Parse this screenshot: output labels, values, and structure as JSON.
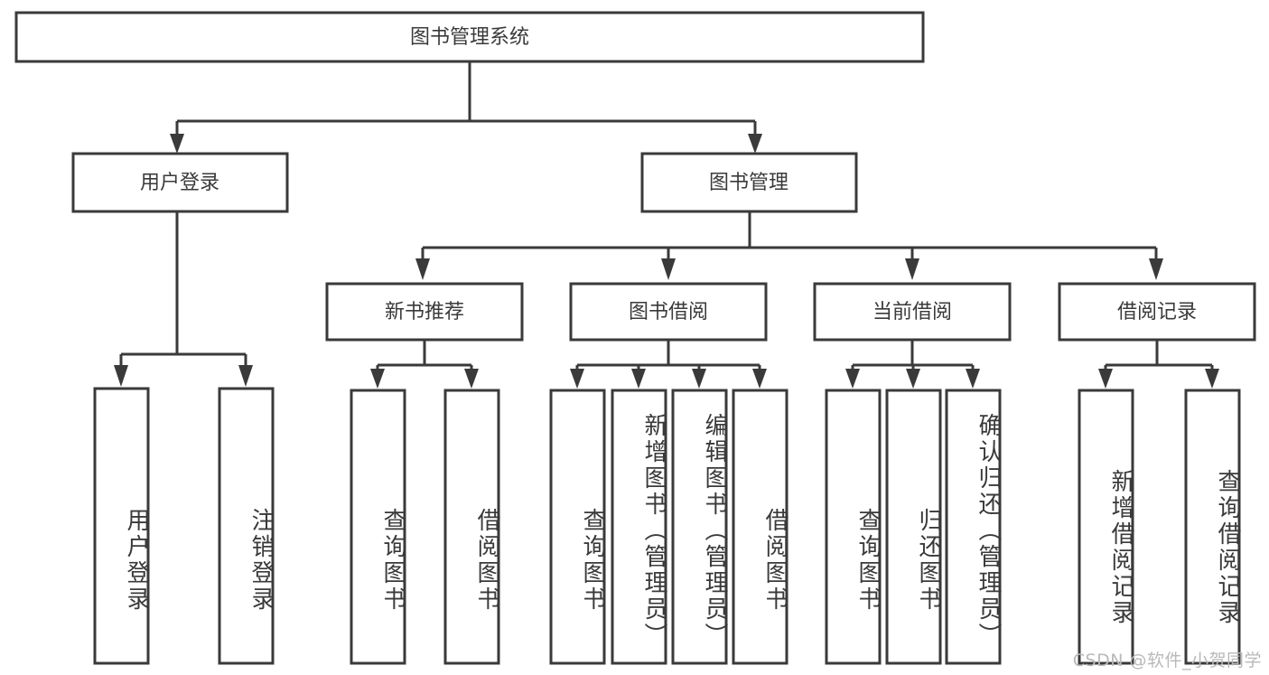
{
  "diagram": {
    "title": "图书管理系统",
    "type": "tree",
    "orientation": "top-down",
    "colors": {
      "box_fill": "#ffffff",
      "box_stroke": "#3a3a3a",
      "line": "#3a3a3a",
      "text": "#3a3a3a",
      "background": "#ffffff",
      "watermark": "#b9b9b9"
    },
    "root": {
      "label": "图书管理系统"
    },
    "level2": [
      {
        "label": "用户登录"
      },
      {
        "label": "图书管理"
      }
    ],
    "level3": [
      {
        "label": "新书推荐"
      },
      {
        "label": "图书借阅"
      },
      {
        "label": "当前借阅"
      },
      {
        "label": "借阅记录"
      }
    ],
    "leaves_user_login": [
      {
        "label": "用户登录"
      },
      {
        "label": "注销登录"
      }
    ],
    "leaves_new_book": [
      {
        "label": "查询图书"
      },
      {
        "label": "借阅图书"
      }
    ],
    "leaves_borrow": [
      {
        "label": "查询图书"
      },
      {
        "label": "新增图书（管理员）"
      },
      {
        "label": "编辑图书（管理员）"
      },
      {
        "label": "借阅图书"
      }
    ],
    "leaves_current": [
      {
        "label": "查询图书"
      },
      {
        "label": "归还图书"
      },
      {
        "label": "确认归还（管理员）"
      }
    ],
    "leaves_record": [
      {
        "label": "新增借阅记录"
      },
      {
        "label": "查询借阅记录"
      }
    ]
  },
  "watermark": {
    "text": "CSDN @软件_小贺同学"
  }
}
